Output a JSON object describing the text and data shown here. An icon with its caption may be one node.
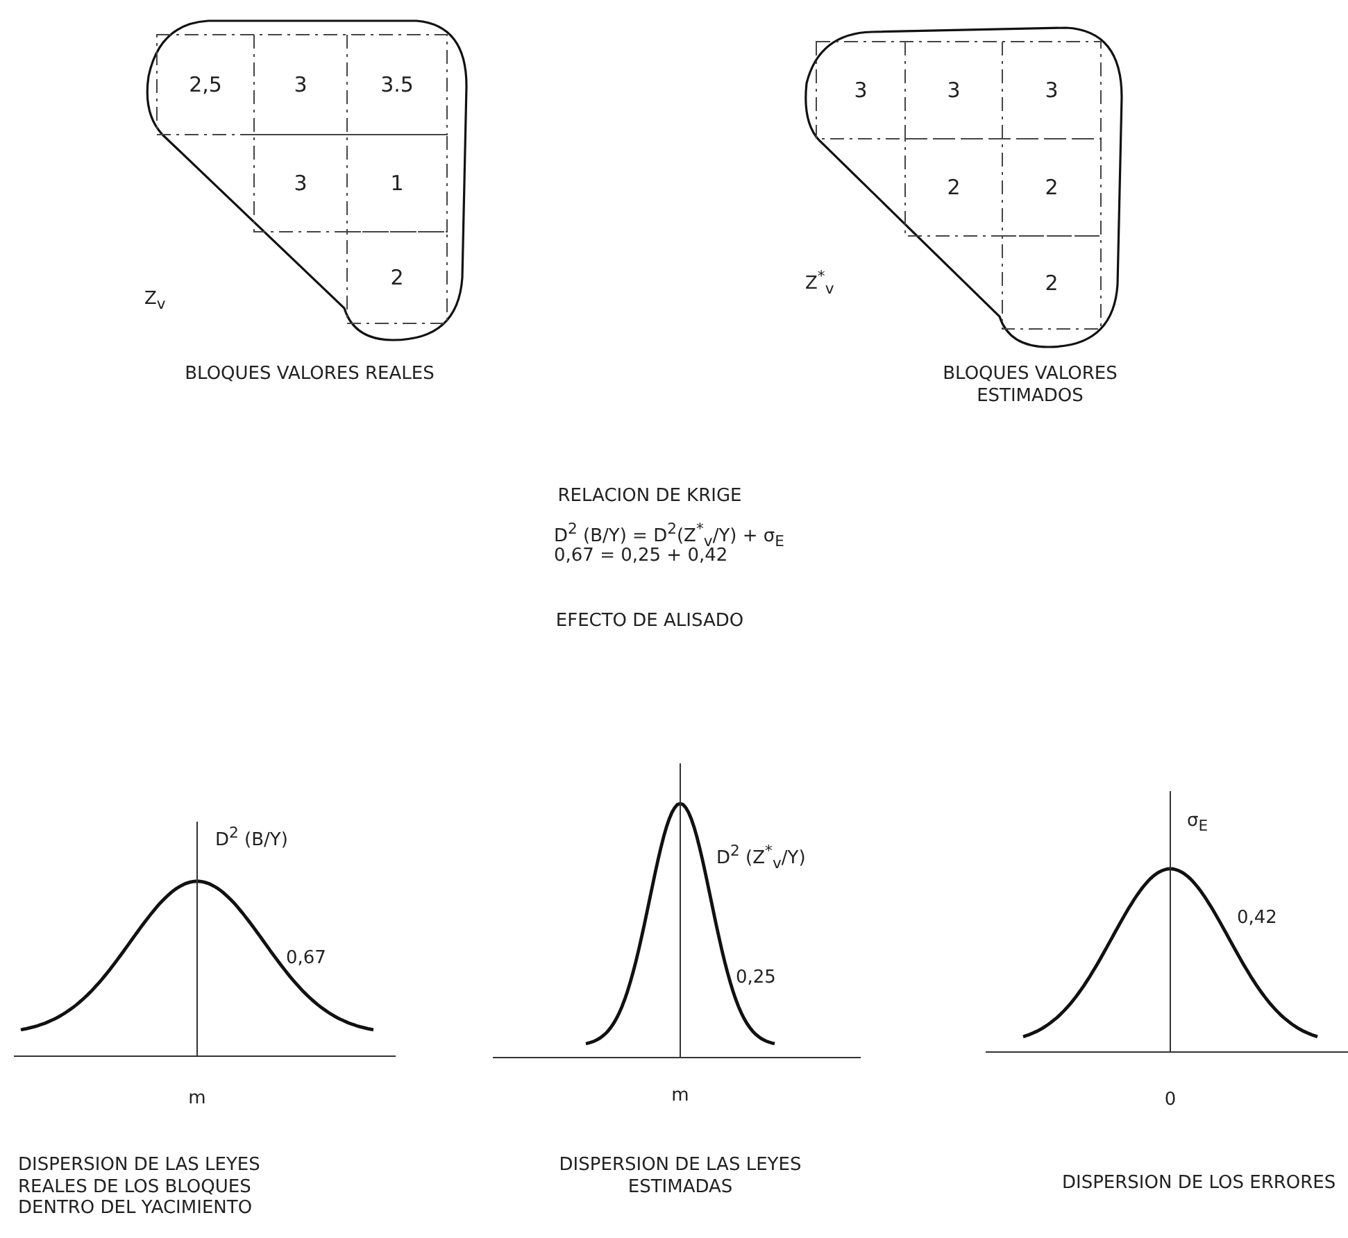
{
  "diagram": {
    "nodes": [
      {
        "text": [
          "2,5"
        ]
      },
      {
        "text": [
          "3"
        ]
      },
      {
        "text": [
          "3.5"
        ]
      },
      {
        "text": [
          "3"
        ]
      },
      {
        "text": [
          "1"
        ]
      },
      {
        "text": [
          "2"
        ]
      },
      {
        "text": [
          "3"
        ]
      },
      {
        "text": [
          "3"
        ]
      },
      {
        "text": [
          "3"
        ]
      },
      {
        "text": [
          "2"
        ]
      },
      {
        "text": [
          "2"
        ]
      },
      {
        "text": [
          "2"
        ]
      }
    ],
    "labels": [
      "Z$_{v}$",
      "Z$^{*}$$_{v}$",
      "BLOQUES VALORES REALES",
      "BLOQUES VALORES ESTIMADOS",
      "RELACION DE KRIGE",
      "D$^{2}$ (B/Y) = D$^{2}$(Z$^{*}$$_{v}$/Y) + σ$_{E}$",
      "0,67 = 0,25 + 0,42",
      "EFECTO DE ALISADO",
      "D$^{2}$ (B/Y)",
      "D$^{2}$ (Z$^{*}$$_{v}$/Y)",
      "σ$_{E}$",
      "0,42",
      "0,67",
      "0,25",
      "m",
      "m",
      "0",
      "DISPERSION DE LAS LEYES REALES DE LOS BLOQUES DENTRO DEL YACIMIENTO",
      "DISPERSION DE LAS LEYES ESTIMADAS",
      "DISPERSION DE LOS ERRORES"
    ]
  }
}
